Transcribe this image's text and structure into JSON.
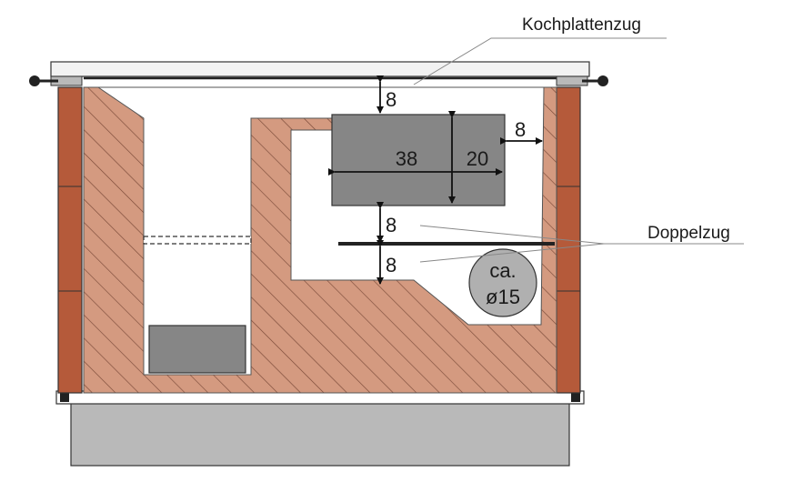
{
  "labels": {
    "cooktop_flue": "Kochplattenzug",
    "double_flue": "Doppelzug"
  },
  "dimensions": {
    "gap_top": "8",
    "oven_width": "38",
    "oven_height": "20",
    "oven_side_gap": "8",
    "gap_below_oven": "8",
    "gap_below_baffle": "8"
  },
  "flue_outlet": {
    "line1": "ca.",
    "line2": "ø15"
  },
  "colors": {
    "brick_fill": "#d49a80",
    "brick_hatch": "#7a4a38",
    "outer_brick": "#b55a3a",
    "oven_gray": "#868686",
    "base_gray": "#b9b9b9",
    "plate_fill": "#f2f2f2",
    "circle_fill": "#b0b0b0"
  }
}
